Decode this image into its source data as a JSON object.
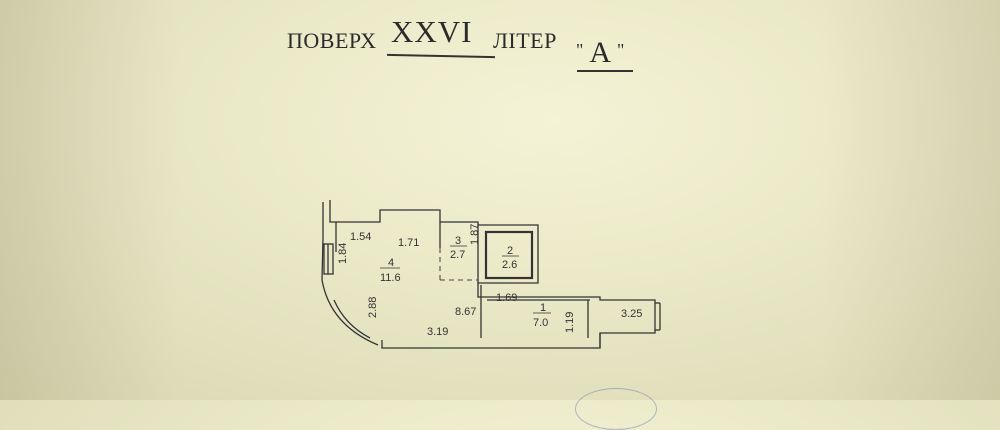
{
  "header": {
    "floor_word": "ПОВЕРХ",
    "floor_number": "XXVI",
    "liter_word": "ЛІТЕР",
    "liter_quote_open": "\"",
    "liter_value": "А",
    "liter_quote_close": "\""
  },
  "plan": {
    "rooms": [
      {
        "number": "1",
        "area": "7.0"
      },
      {
        "number": "2",
        "area": "2.6"
      },
      {
        "number": "3",
        "area": "2.7"
      },
      {
        "number": "4",
        "area": "11.6"
      }
    ],
    "dimensions": [
      "1.54",
      "1.71",
      "1.87",
      "1.84",
      "2.88",
      "3.19",
      "8.67",
      "1.69",
      "1.19",
      "3.25"
    ]
  },
  "colors": {
    "paper": "#ecebc9",
    "ink": "#333333",
    "stamp": "#7e8fb3"
  }
}
